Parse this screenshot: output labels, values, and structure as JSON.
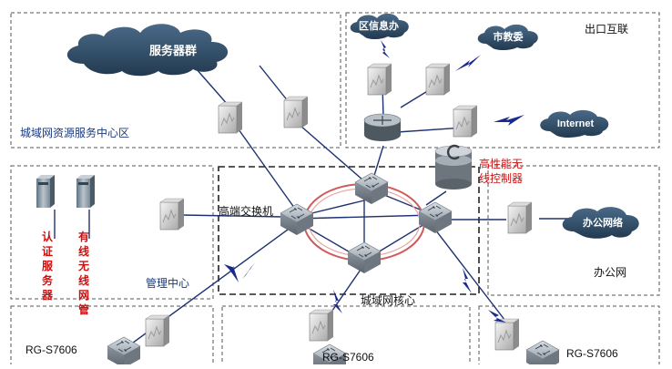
{
  "zones": {
    "resource_center": "城域网资源服务中心区",
    "exit": "出口互联",
    "management": "管理中心",
    "office": "办公网",
    "core": "城域网核心"
  },
  "clouds": {
    "server_group": "服务器群",
    "gov_office": "区信息办",
    "edu_bureau": "市教委",
    "internet": "Internet",
    "office_network": "办公网络"
  },
  "labels": {
    "hc_switch": "高端交换机",
    "wlc_line1": "高性能无",
    "wlc_line2": "线控制器",
    "auth_server": [
      "认",
      "证",
      "服",
      "务",
      "器"
    ],
    "wireless_mgmt": [
      "有",
      "线",
      "无",
      "线",
      "网",
      "管"
    ],
    "rg_left": "RG-S7606",
    "rg_mid": "RG-S7606",
    "rg_right": "RG-S7606"
  },
  "colors": {
    "dashed_border": "#555555",
    "core_ring": "#d05a5a",
    "cloud": "#2f4a63",
    "link": "#1e3270",
    "wireless_flash": "#1a2a8c",
    "red_text": "#cc1010"
  }
}
